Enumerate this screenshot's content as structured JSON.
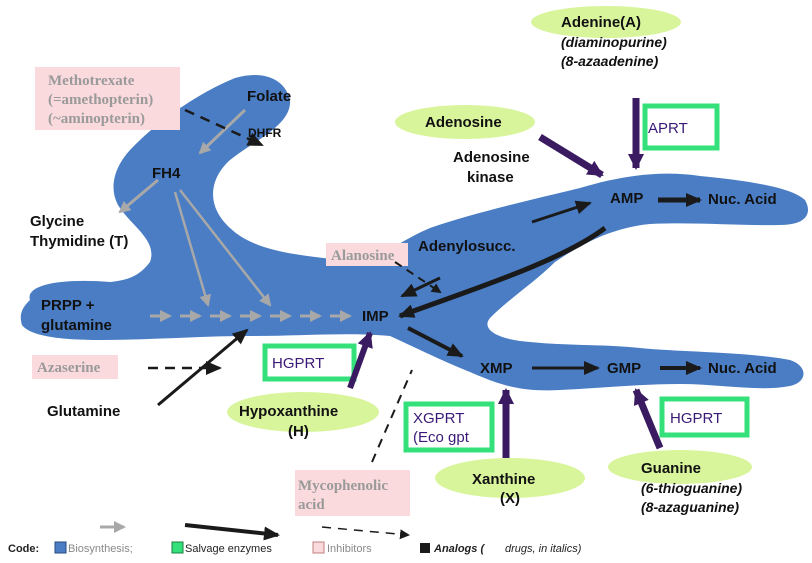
{
  "nodes": {
    "folate": "Folate",
    "dhfr": "DHFR",
    "fh4": "FH4",
    "glycine": "Glycine",
    "thymidine": "Thymidine (T)",
    "prpp_line1": "PRPP +",
    "prpp_line2": "glutamine",
    "glutamine": "Glutamine",
    "imp": "IMP",
    "adenylosucc": "Adenylosucc.",
    "amp": "AMP",
    "nuc_acid_top": "Nuc. Acid",
    "xmp": "XMP",
    "gmp": "GMP",
    "nuc_acid_bottom": "Nuc. Acid",
    "adenosine_kinase_line1": "Adenosine",
    "adenosine_kinase_line2": "kinase"
  },
  "substrates": {
    "adenine": {
      "name": "Adenine(A)",
      "analog1": "(diaminopurine)",
      "analog2": "(8-azaadenine)"
    },
    "adenosine": {
      "name": "Adenosine"
    },
    "hypoxanthine": {
      "name": "Hypoxanthine",
      "abbr": "(H)"
    },
    "xanthine": {
      "name": "Xanthine",
      "abbr": "(X)"
    },
    "guanine": {
      "name": "Guanine",
      "analog1": "(6-thioguanine)",
      "analog2": "(8-azaguanine)"
    }
  },
  "enzymes": {
    "aprt": "APRT",
    "hgprt_left": "HGPRT",
    "xgprt_line1": "XGPRT",
    "xgprt_line2": "(Eco gpt",
    "hgprt_right": "HGPRT"
  },
  "inhibitors": {
    "methotrexate_line1": "Methotrexate",
    "methotrexate_line2": "(=amethopterin)",
    "methotrexate_line3": "(~aminopterin)",
    "alanosine": "Alanosine",
    "azaserine": "Azaserine",
    "mycophenolic_line1": "Mycophenolic",
    "mycophenolic_line2": "acid"
  },
  "legend": {
    "code_label": "Code:",
    "biosynthesis": "Biosynthesis;",
    "salvage": "Salvage enzymes",
    "inhibitors": "Inhibitors",
    "analogs": "Analogs (",
    "analogs_note": "drugs, in italics)"
  },
  "colors": {
    "biosynthesis_blue": "#4a7dc4",
    "salvage_green": "#33e07a",
    "substrate_bubble": "#d9f59c",
    "inhibitor_pink": "#fadadd",
    "enzyme_text_purple": "#3a1a78",
    "gray_arrow": "#a8a8a8"
  }
}
